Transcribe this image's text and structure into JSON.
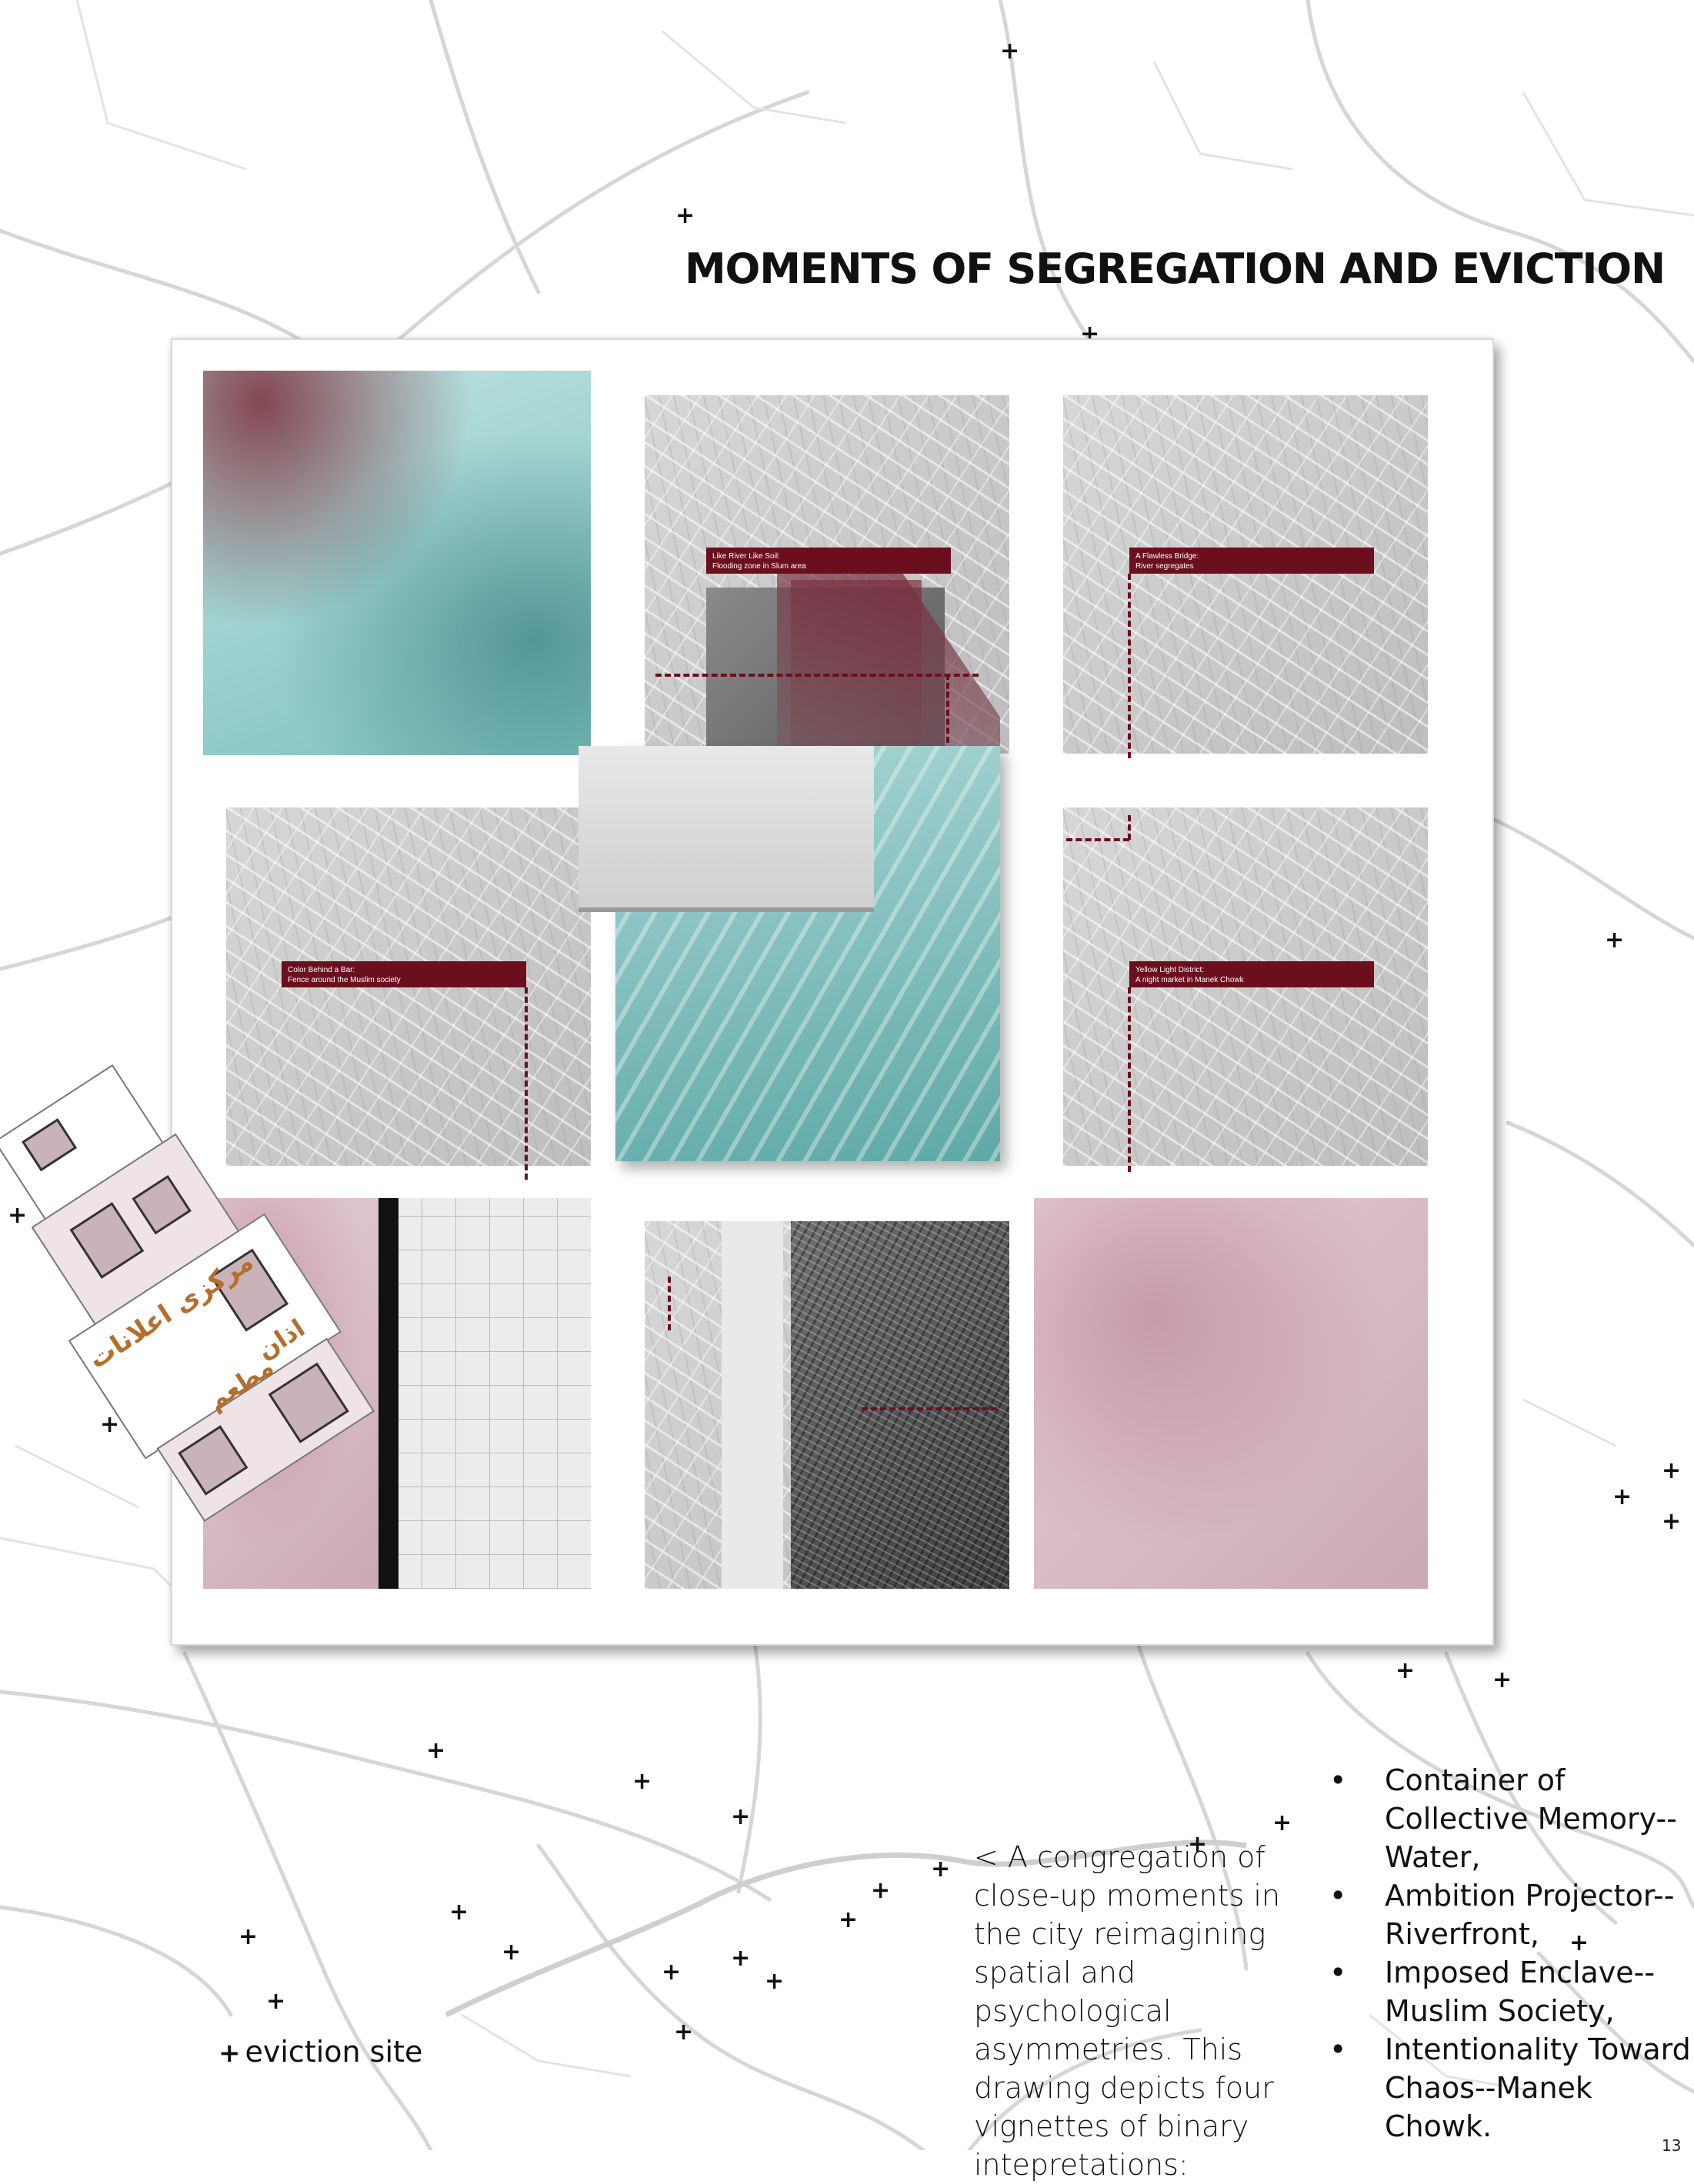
{
  "title": "MOMENTS OF SEGREGATION AND EVICTION",
  "vignettes": [
    {
      "line1": "Like River Like Soil:",
      "line2": "Flooding zone in Slum area"
    },
    {
      "line1": "A Flawless Bridge:",
      "line2": "River segregates"
    },
    {
      "line1": "Color Behind a Bar:",
      "line2": "Fence around the Muslim society"
    },
    {
      "line1": "Yellow Light District:",
      "line2": "A night market in Manek Chowk"
    }
  ],
  "storefront": {
    "sign1": "مرکزی اعلانات",
    "sign2": "اذان",
    "sign3": "مطعم"
  },
  "legend": {
    "marker": "+",
    "label": "eviction site"
  },
  "caption": "< A congregation of close-up moments in the city reimagining spatial and psychological asymmetries. This drawing depicts four vignettes of binary intepretations:",
  "bullets": [
    "Container of Collective Memory--Water,",
    "Ambition Projector--Riverfront,",
    "Imposed Enclave--Muslim Society,",
    "Intentionality Toward Chaos--Manek Chowk."
  ],
  "page_number": "13",
  "colors": {
    "accent": "#6b0f1f",
    "water": "#7fc2c0",
    "map": "#d0d0d0"
  }
}
